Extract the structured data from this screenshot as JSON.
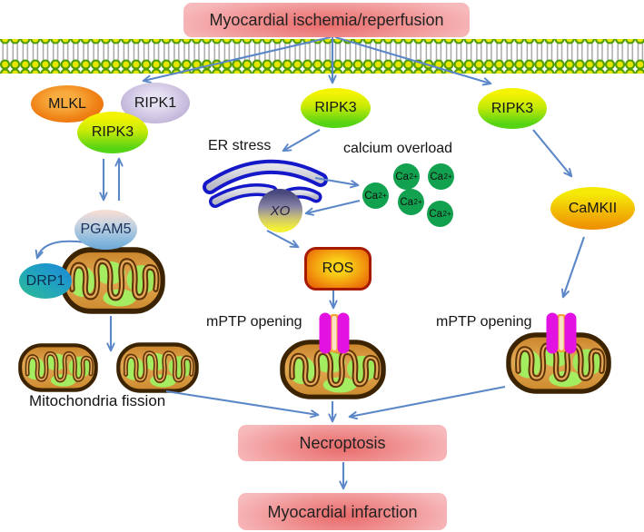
{
  "nodes": {
    "title": "Myocardial ischemia/reperfusion",
    "mlkl": "MLKL",
    "ripk1": "RIPK1",
    "ripk3": "RIPK3",
    "pgam5": "PGAM5",
    "drp1": "DRP1",
    "xo": "XO",
    "ros": "ROS",
    "camkii": "CaMKII",
    "necroptosis": "Necroptosis",
    "myocardial_infarction": "Myocardial infarction"
  },
  "labels": {
    "er_stress": "ER stress",
    "calcium_overload": "calcium overload",
    "mptp_opening": "mPTP opening",
    "mitochondria_fission": "Mitochondria fission"
  },
  "calcium_ion": {
    "base": "Ca",
    "sup": "2+"
  },
  "palette": {
    "arrow_blue": "#5b87c8",
    "box_pink_outer": "#f7babc",
    "box_red_inner": "#e96a6a",
    "membrane_head_fill": "#e6e600",
    "membrane_head_ring": "#4e9c06",
    "ripk3_top": "#f4f402",
    "ripk3_bottom": "#55d414",
    "mlkl_orange": "#ef8115",
    "ripk1_lavender": "#c7bcdd",
    "pgam5_blue": "#85b7dd",
    "drp1_teal": "#2cbb90",
    "camkii_orange": "#ee9104",
    "calcium_green": "#12a14e",
    "ros_border": "#a61a02",
    "er_outline_blue": "#1518c8",
    "mptp_magenta": "#e212e2",
    "mito_body_tan": "#dda04b",
    "mito_outline_brown": "#3c2403",
    "mito_matrix_green": "#a4ec60"
  }
}
